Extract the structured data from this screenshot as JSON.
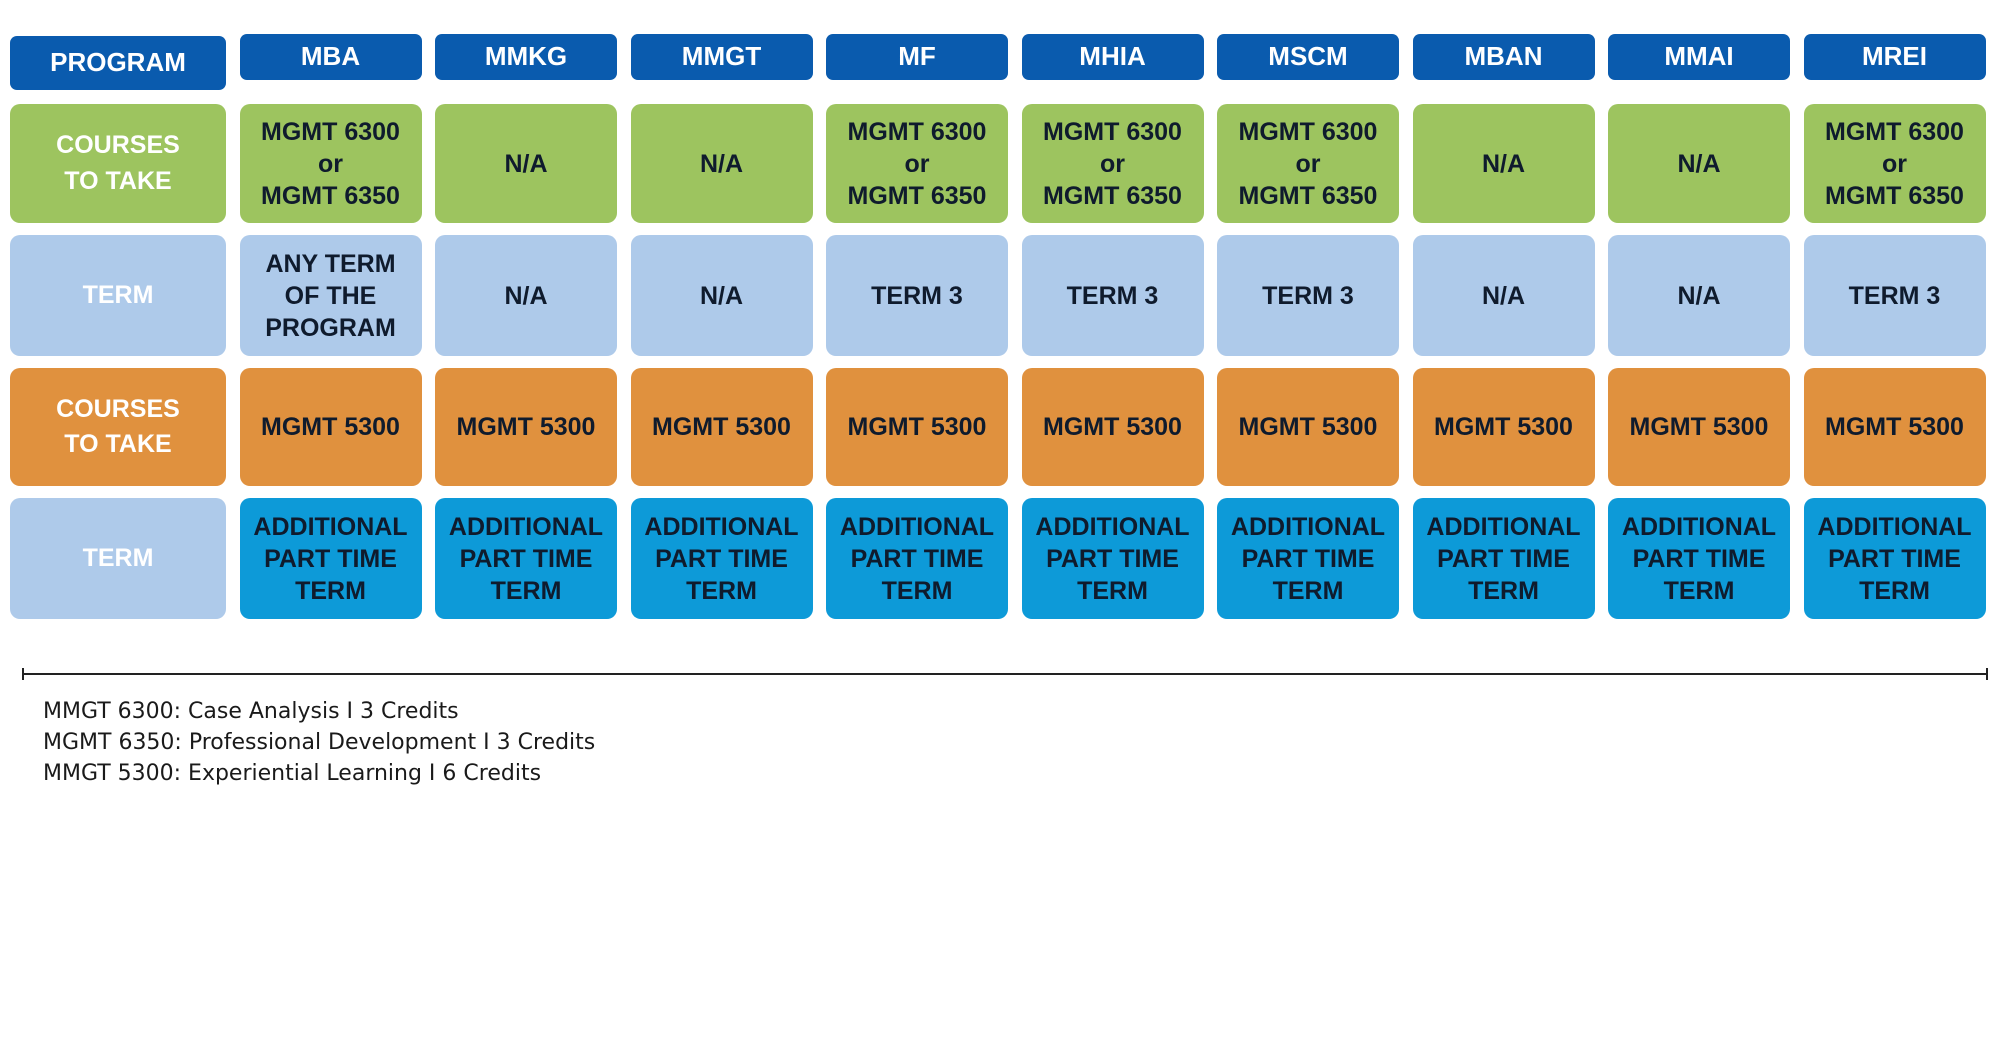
{
  "header": {
    "program_label": "PROGRAM",
    "programs": [
      "MBA",
      "MMKG",
      "MMGT",
      "MF",
      "MHIA",
      "MSCM",
      "MBAN",
      "MMAI",
      "MREI"
    ]
  },
  "rows": [
    {
      "label": "COURSES\nTO TAKE",
      "color": "#9dc45f",
      "cells": [
        "MGMT 6300\nor\nMGMT 6350",
        "N/A",
        "N/A",
        "MGMT 6300\nor\nMGMT 6350",
        "MGMT 6300\nor\nMGMT 6350",
        "MGMT 6300\nor\nMGMT 6350",
        "N/A",
        "N/A",
        "MGMT 6300\nor\nMGMT 6350"
      ]
    },
    {
      "label": "TERM",
      "color": "#aecaea",
      "cells": [
        "ANY TERM\nOF THE\nPROGRAM",
        "N/A",
        "N/A",
        "TERM 3",
        "TERM 3",
        "TERM 3",
        "N/A",
        "N/A",
        "TERM 3"
      ]
    },
    {
      "label": "COURSES\nTO TAKE",
      "color": "#e0913e",
      "cells": [
        "MGMT 5300",
        "MGMT 5300",
        "MGMT 5300",
        "MGMT 5300",
        "MGMT 5300",
        "MGMT 5300",
        "MGMT 5300",
        "MGMT 5300",
        "MGMT 5300"
      ]
    },
    {
      "label": "TERM",
      "color": "#0d9ad8",
      "cells": [
        "ADDITIONAL\nPART TIME\nTERM",
        "ADDITIONAL\nPART TIME\nTERM",
        "ADDITIONAL\nPART TIME\nTERM",
        "ADDITIONAL\nPART TIME\nTERM",
        "ADDITIONAL\nPART TIME\nTERM",
        "ADDITIONAL\nPART TIME\nTERM",
        "ADDITIONAL\nPART TIME\nTERM",
        "ADDITIONAL\nPART TIME\nTERM",
        "ADDITIONAL\nPART TIME\nTERM"
      ]
    }
  ],
  "footnotes": [
    "MMGT 6300: Case Analysis I 3 Credits",
    "MGMT 6350: Professional Development I 3 Credits",
    "MMGT 5300: Experiential Learning I 6 Credits"
  ],
  "colors": {
    "header_blue": "#0a5bae",
    "green": "#9dc45f",
    "light_blue": "#aecaea",
    "orange": "#e0913e",
    "cyan": "#0d9ad8"
  }
}
